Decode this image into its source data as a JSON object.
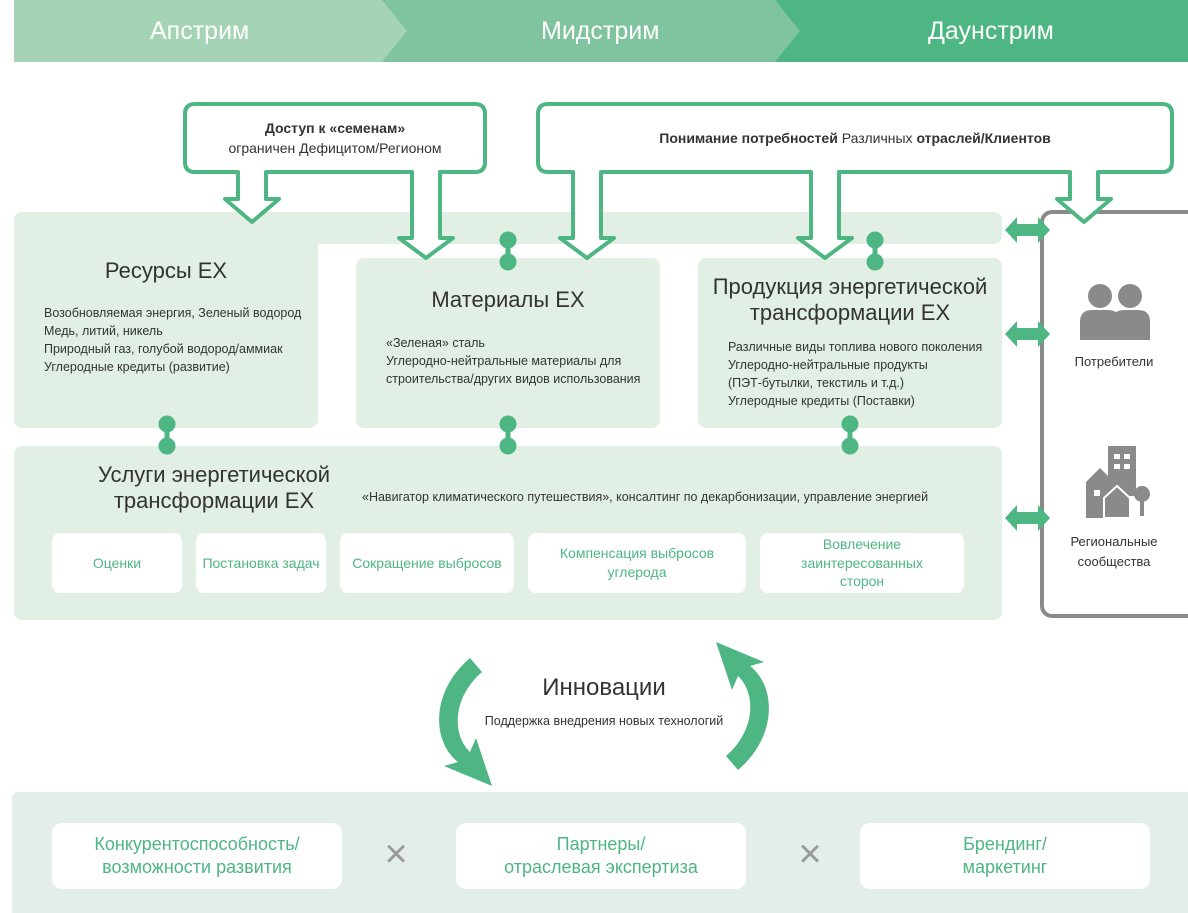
{
  "stages": [
    {
      "label": "Апстрим"
    },
    {
      "label": "Мидстрим"
    },
    {
      "label": "Даунстрим"
    }
  ],
  "callouts": {
    "seeds": {
      "bold": "Доступ к «семенам»",
      "rest": "ограничен Дефицитом/Регионом"
    },
    "needs": {
      "bold1": "Понимание потребностей",
      "normal": "Различных",
      "bold2": "отраслей/Клиентов"
    }
  },
  "resources": {
    "title": "Ресурсы EX",
    "items": [
      "Возобновляемая энергия, Зеленый водород",
      "Медь, литий, никель",
      "Природный газ, голубой водород/аммиак",
      "Углеродные кредиты (развитие)"
    ]
  },
  "materials": {
    "title": "Материалы EX",
    "items": [
      "«Зеленая» сталь",
      "Углеродно-нейтральные материалы для",
      "строительства/других видов использования"
    ]
  },
  "products": {
    "title_line1": "Продукция энергетической",
    "title_line2": "трансформации EX",
    "items": [
      "Различные виды топлива нового поколения",
      "Углеродно-нейтральные продукты",
      "(ПЭТ-бутылки, текстиль и т.д.)",
      "Углеродные кредиты (Поставки)"
    ]
  },
  "services": {
    "title_line1": "Услуги энергетической",
    "title_line2": "трансформации EX",
    "description": "«Навигатор климатического путешествия», консалтинг по декарбонизации, управление энергией",
    "cards": [
      {
        "label": "Оценки"
      },
      {
        "label": "Постановка задач"
      },
      {
        "label": "Сокращение выбросов"
      },
      {
        "label": "Компенсация выбросов углерода"
      },
      {
        "label": "Вовлечение заинтересованных сторон"
      }
    ]
  },
  "stakeholders": {
    "consumers": "Потребители",
    "communities": "Региональные сообщества"
  },
  "innovation": {
    "title": "Инновации",
    "subtitle": "Поддержка внедрения новых технологий"
  },
  "foundation": {
    "cards": [
      {
        "line1": "Конкурентоспособность/",
        "line2": "возможности развития"
      },
      {
        "line1": "Партнеры/",
        "line2": "отраслевая экспертиза"
      },
      {
        "line1": "Брендинг/",
        "line2": "маркетинг"
      }
    ],
    "cross": "×"
  },
  "colors": {
    "accent": "#4db683",
    "panel": "#e2efe5",
    "stage1": "#a5d3b5",
    "stage2": "#7fc39f",
    "stage3": "#4db683",
    "frame": "#8a8a8a"
  }
}
